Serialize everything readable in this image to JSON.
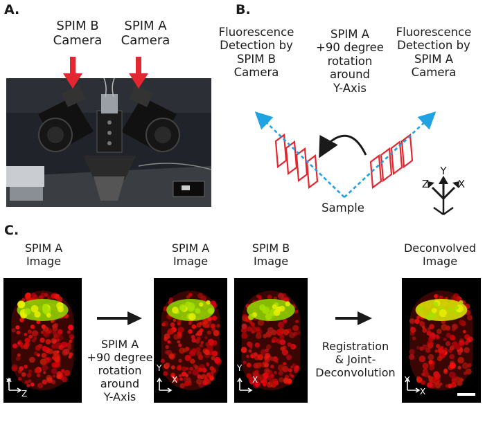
{
  "panel_a": {
    "label": "A.",
    "camera_b_label": "SPIM B\nCamera",
    "camera_a_label": "SPIM A\nCamera"
  },
  "panel_b": {
    "label": "B.",
    "left_label": "Fluorescence\nDetection by\nSPIM B\nCamera",
    "center_label": "SPIM A\n+90 degree\nrotation\naround\nY-Axis",
    "right_label": "Fluorescence\nDetection by\nSPIM A\nCamera",
    "sample_label": "Sample",
    "axes": {
      "z": "Z",
      "y": "Y",
      "x": "X"
    }
  },
  "panel_c": {
    "label": "C.",
    "image1_title": "SPIM A\nImage",
    "image2_title": "SPIM A\nImage",
    "image3_title": "SPIM B\nImage",
    "image4_title": "Deconvolved\nImage",
    "arrow1_label": "SPIM A\n+90 degree\nrotation\naround\nY-Axis",
    "arrow2_label": "Registration\n& Joint-\nDeconvolution",
    "image1_axes": {
      "v": "Y",
      "h": "Z"
    },
    "image2_axes": {
      "v": "Y",
      "h": "X"
    },
    "image3_axes": {
      "v": "Y",
      "h": "X"
    },
    "image4_axes": {
      "v": "Y",
      "h": "X"
    }
  },
  "colors": {
    "red_arrow": "#e3262f",
    "blue_dashed": "#1fa3e3",
    "sheet_red": "#e3262f",
    "dark_arrow": "#1a1a1a",
    "nuclei_red": "#e8201f",
    "nuclei_green": "#8ed000"
  }
}
